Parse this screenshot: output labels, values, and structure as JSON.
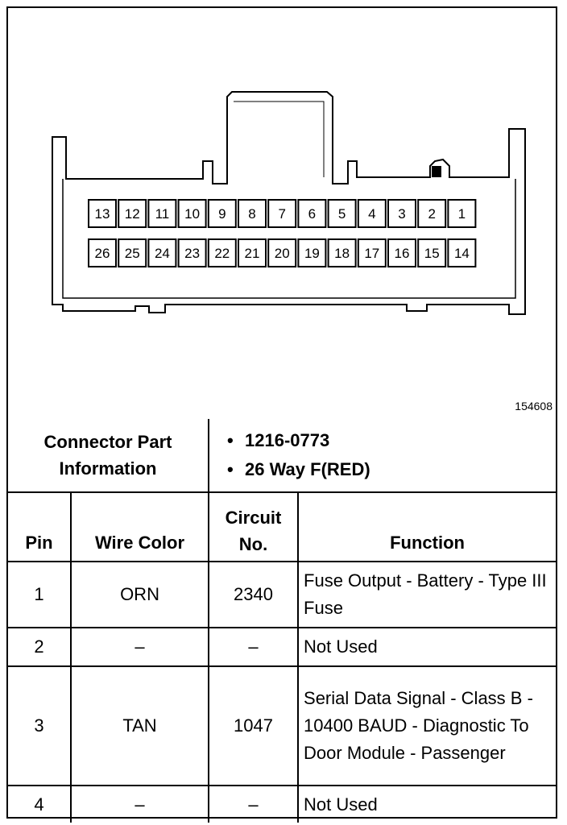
{
  "figure_id": "154608",
  "connector": {
    "pins_top_row": [
      "13",
      "12",
      "11",
      "10",
      "9",
      "8",
      "7",
      "6",
      "5",
      "4",
      "3",
      "2",
      "1"
    ],
    "pins_bottom_row": [
      "26",
      "25",
      "24",
      "23",
      "22",
      "21",
      "20",
      "19",
      "18",
      "17",
      "16",
      "15",
      "14"
    ]
  },
  "part_info": {
    "label": "Connector Part Information",
    "items": [
      "1216-0773",
      "26 Way F(RED)"
    ],
    "bullet": "•"
  },
  "table": {
    "headers": {
      "pin": "Pin",
      "wire_color": "Wire Color",
      "circuit": "Circuit No.",
      "function": "Function"
    },
    "rows": [
      {
        "pin": "1",
        "wire_color": "ORN",
        "circuit": "2340",
        "function": "Fuse Output - Battery - Type III Fuse"
      },
      {
        "pin": "2",
        "wire_color": "–",
        "circuit": "–",
        "function": "Not Used"
      },
      {
        "pin": "3",
        "wire_color": "TAN",
        "circuit": "1047",
        "function": "Serial Data Signal - Class B - 10400 BAUD - Diagnostic To Door Module - Passenger"
      },
      {
        "pin": "4",
        "wire_color": "–",
        "circuit": "–",
        "function": "Not Used"
      }
    ]
  }
}
